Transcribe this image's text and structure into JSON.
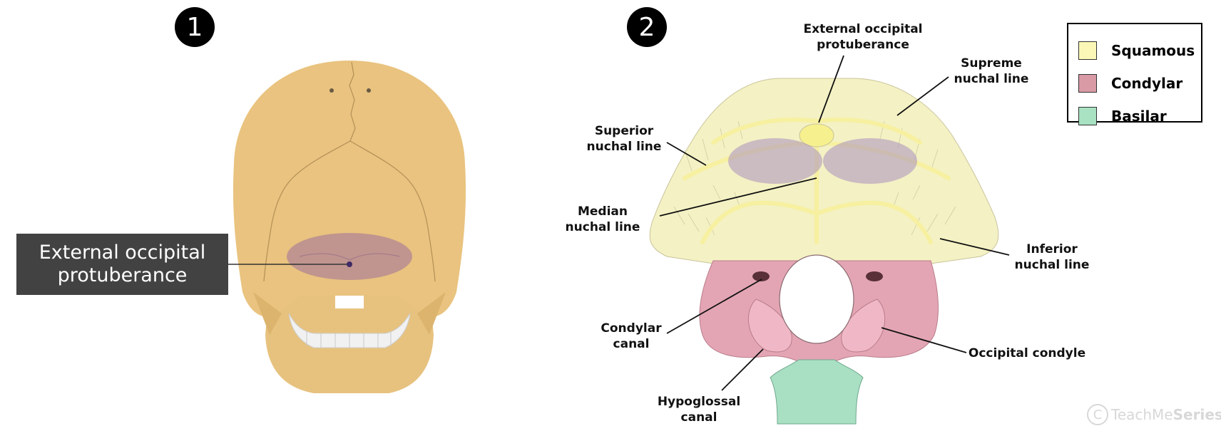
{
  "panel1": {
    "number": "1",
    "callout_line1": "External occipital",
    "callout_line2": "protuberance"
  },
  "panel2": {
    "number": "2",
    "labels": {
      "ext_occ_line1": "External occipital",
      "ext_occ_line2": "protuberance",
      "supreme_line1": "Supreme",
      "supreme_line2": "nuchal line",
      "superior_line1": "Superior",
      "superior_line2": "nuchal line",
      "median_line1": "Median",
      "median_line2": "nuchal line",
      "inferior_line1": "Inferior",
      "inferior_line2": "nuchal line",
      "condylar_line1": "Condylar",
      "condylar_line2": "canal",
      "occipital_condyle": "Occipital condyle",
      "hypoglossal_line1": "Hypoglossal",
      "hypoglossal_line2": "canal"
    }
  },
  "legend": {
    "items": [
      {
        "label": "Squamous",
        "color": "#fbf7b6"
      },
      {
        "label": "Condylar",
        "color": "#d99aa6"
      },
      {
        "label": "Basilar",
        "color": "#a8e2c2"
      }
    ]
  },
  "watermark": {
    "symbol": "C",
    "text_a": "TeachMe",
    "text_b": "Series"
  }
}
